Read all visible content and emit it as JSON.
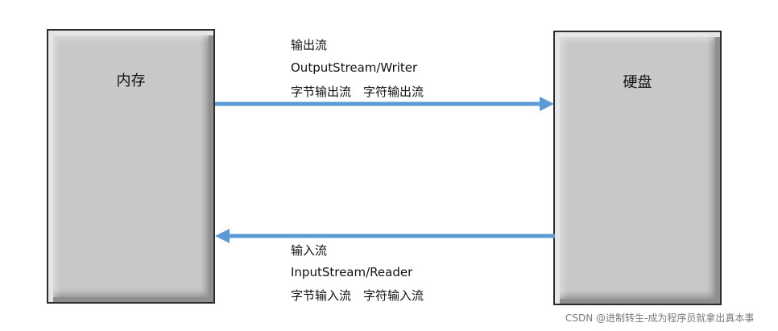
{
  "memory_box": {
    "label": "内存"
  },
  "disk_box": {
    "label": "硬盘"
  },
  "output_flow": {
    "title": "输出流",
    "classes": "OutputStream/Writer",
    "types": "字节输出流　字符输出流"
  },
  "input_flow": {
    "title": "输入流",
    "classes": "InputStream/Reader",
    "types": "字节输入流　字符输入流"
  },
  "watermark": "CSDN @进制转生-成为程序员就拿出真本事",
  "colors": {
    "arrow": "#5b9bd5",
    "box_fill": "#c8c8c8",
    "box_border": "#2c2c2c"
  }
}
